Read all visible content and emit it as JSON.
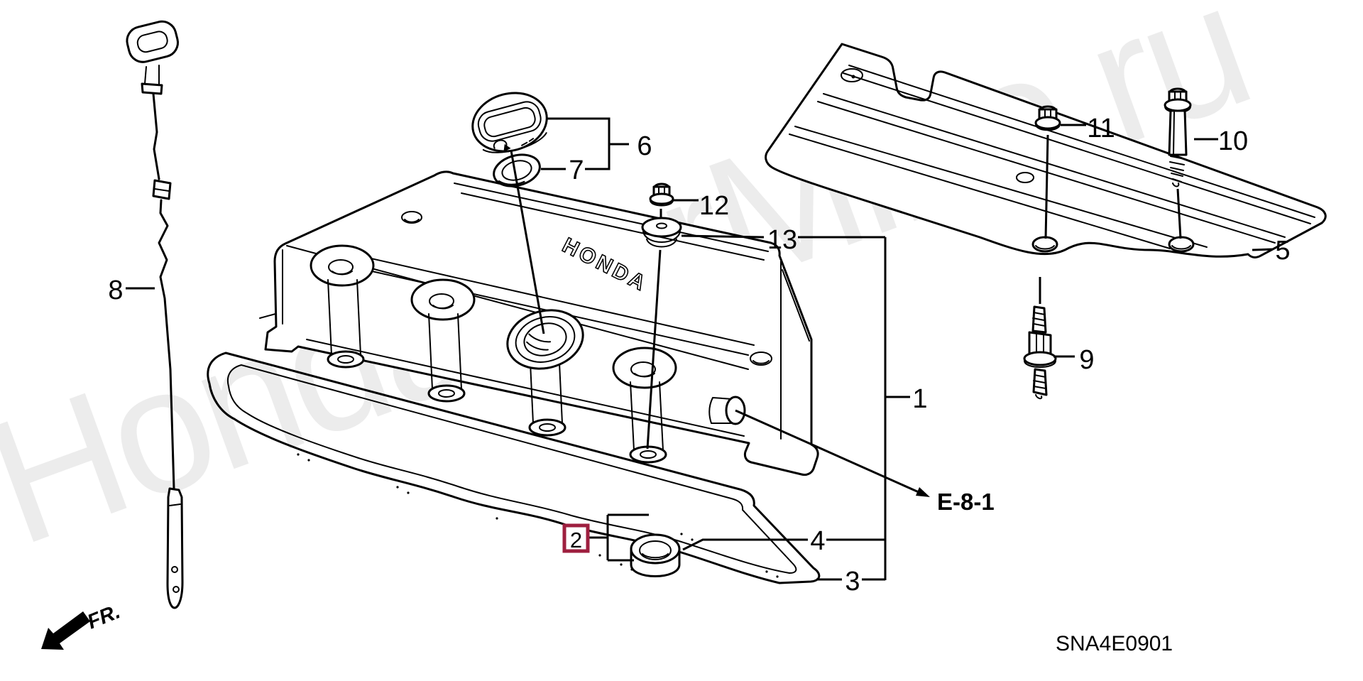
{
  "diagram": {
    "code": "SNA4E0901",
    "watermark": "HondaCarMine.ru",
    "engine_logo": "HONDA",
    "front_marker": "FR.",
    "cross_reference": "E-8-1",
    "highlight_color": "#9E1F3F",
    "line_color": "#000000",
    "background_color": "#FFFFFF",
    "watermark_color": "#ECECEC"
  },
  "callouts": [
    {
      "num": "1"
    },
    {
      "num": "2"
    },
    {
      "num": "3"
    },
    {
      "num": "4"
    },
    {
      "num": "5"
    },
    {
      "num": "6"
    },
    {
      "num": "7"
    },
    {
      "num": "8"
    },
    {
      "num": "9"
    },
    {
      "num": "10"
    },
    {
      "num": "11"
    },
    {
      "num": "12"
    },
    {
      "num": "13"
    }
  ]
}
